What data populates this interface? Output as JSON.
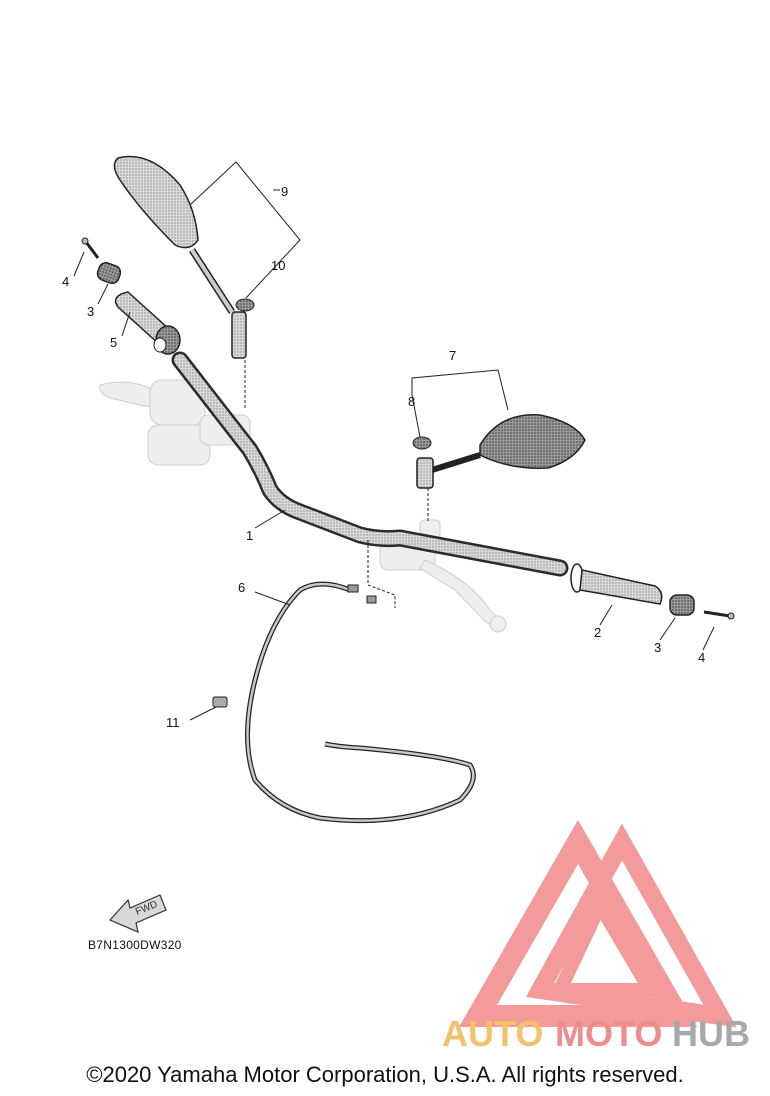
{
  "diagram": {
    "callouts": [
      "1",
      "2",
      "3",
      "3",
      "4",
      "4",
      "5",
      "6",
      "7",
      "8",
      "9",
      "10",
      "11"
    ],
    "diagram_code": "B7N1300DW320",
    "fwd_label": "FWD"
  },
  "watermark": {
    "part1": "AUTO",
    "part2": "MOTO",
    "part3": "HUB",
    "color_auto": "#f5c26b",
    "color_moto": "#f08c8c",
    "color_hub": "#a8a8a8",
    "triangle_color": "#f28a8a"
  },
  "copyright": "©2020 Yamaha Motor Corporation, U.S.A. All rights reserved."
}
